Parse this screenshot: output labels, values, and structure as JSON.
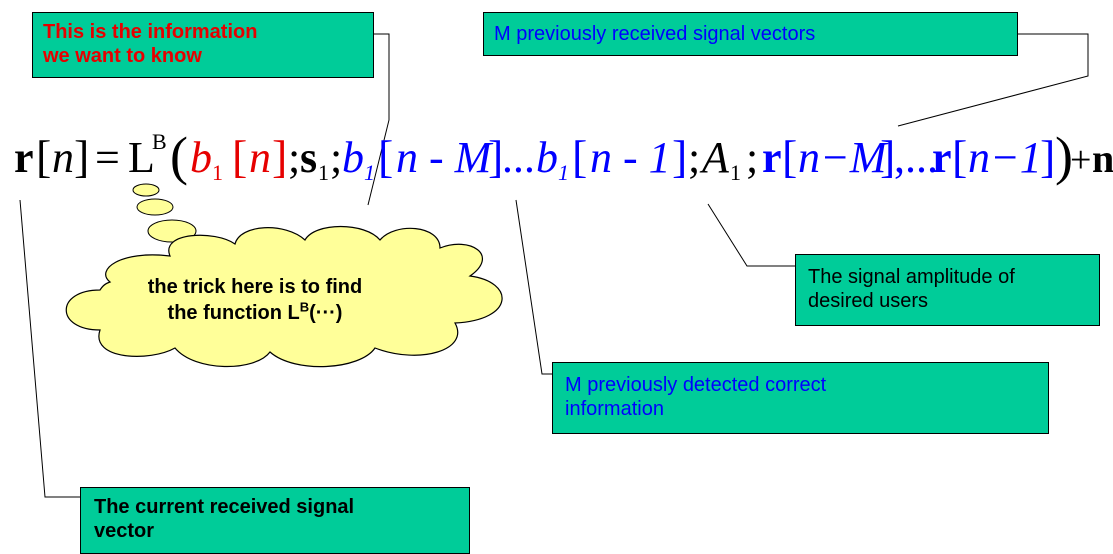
{
  "annotations": {
    "target_info": [
      "This is the information",
      "we want to know"
    ],
    "previous_received": "M previously received signal vectors",
    "amplitude": [
      "The signal amplitude of",
      "desired users"
    ],
    "previous_detected": [
      "M previously detected correct",
      "information"
    ],
    "current_received": [
      "The current received signal",
      "vector"
    ],
    "cloud_note": {
      "line1": "the trick here is to find",
      "line2_prefix": "the function L",
      "line2_sup": "B",
      "line2_suffix": "(···)"
    }
  },
  "equation": {
    "lhs_r": "r",
    "lhs_n": "n",
    "equals": "=",
    "op_L": "L",
    "op_sup": "B",
    "b1": "b",
    "sub1": "1",
    "n": "n",
    "semi": ";",
    "s": "s",
    "n_minus_M": "n - M",
    "ellipsis": "...",
    "n_minus_1": "n - 1",
    "A": "A",
    "n_minus_M2": "n−M",
    "comma_dots": ",...",
    "n_minus_1b": "n−1",
    "plus": "+",
    "noise": "n"
  },
  "colors": {
    "box_fill": "#00cc99",
    "highlight_red": "#e60000",
    "detected_blue": "#0000ff",
    "cloud_fill": "#ffff99"
  }
}
